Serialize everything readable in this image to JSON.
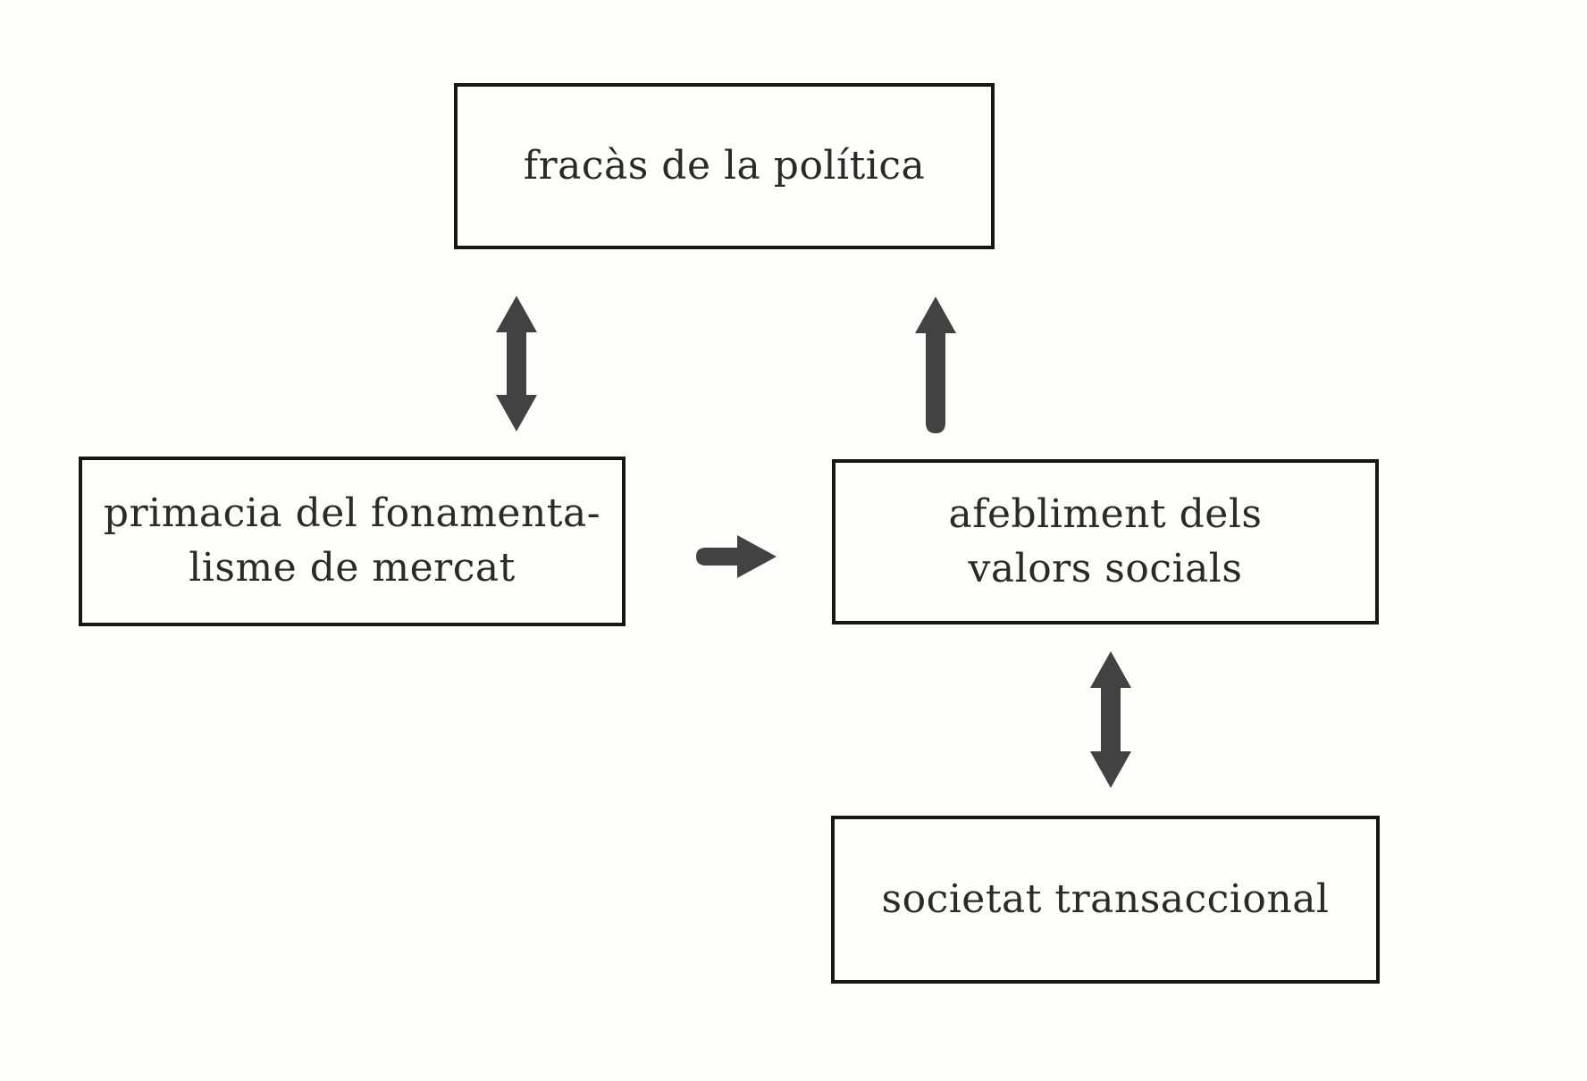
{
  "diagram": {
    "title": "causal diagram (Catalan)",
    "nodes": {
      "top": {
        "id": "fracas-politica",
        "label": "fracàs de la política"
      },
      "left": {
        "id": "primacia-fonamentalisme",
        "label": "primacia del fonamenta-\nlisme de mercat"
      },
      "right": {
        "id": "afebliment-valors",
        "label": "afebliment dels\nvalors socials"
      },
      "bottom": {
        "id": "societat-transaccional",
        "label": "societat transaccional"
      }
    },
    "edges": [
      {
        "from": "primacia-fonamentalisme",
        "to": "fracas-politica",
        "type": "bidirectional",
        "direction": "vertical"
      },
      {
        "from": "afebliment-valors",
        "to": "fracas-politica",
        "type": "one-way",
        "direction": "up"
      },
      {
        "from": "primacia-fonamentalisme",
        "to": "afebliment-valors",
        "type": "one-way",
        "direction": "right"
      },
      {
        "from": "afebliment-valors",
        "to": "societat-transaccional",
        "type": "bidirectional",
        "direction": "vertical"
      }
    ]
  },
  "theme": {
    "paper-color": "#fdfdfb",
    "box-border-color": "#161616",
    "text-color": "#2a2a2a",
    "arrow-color": "#424242"
  }
}
